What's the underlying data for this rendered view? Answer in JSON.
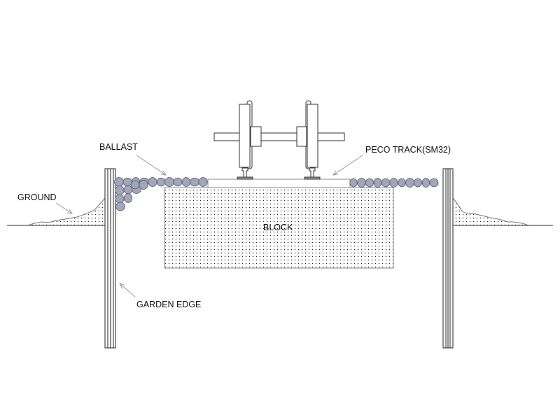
{
  "labels": {
    "ballast": "BALLAST",
    "track": "PECO TRACK(SM32)",
    "ground": "GROUND",
    "block": "BLOCK",
    "garden_edge": "GARDEN EDGE"
  },
  "colors": {
    "ballast_fill": "#a3a6ba",
    "ballast_stroke": "#55576a",
    "line": "#333333",
    "leader": "#999999"
  }
}
